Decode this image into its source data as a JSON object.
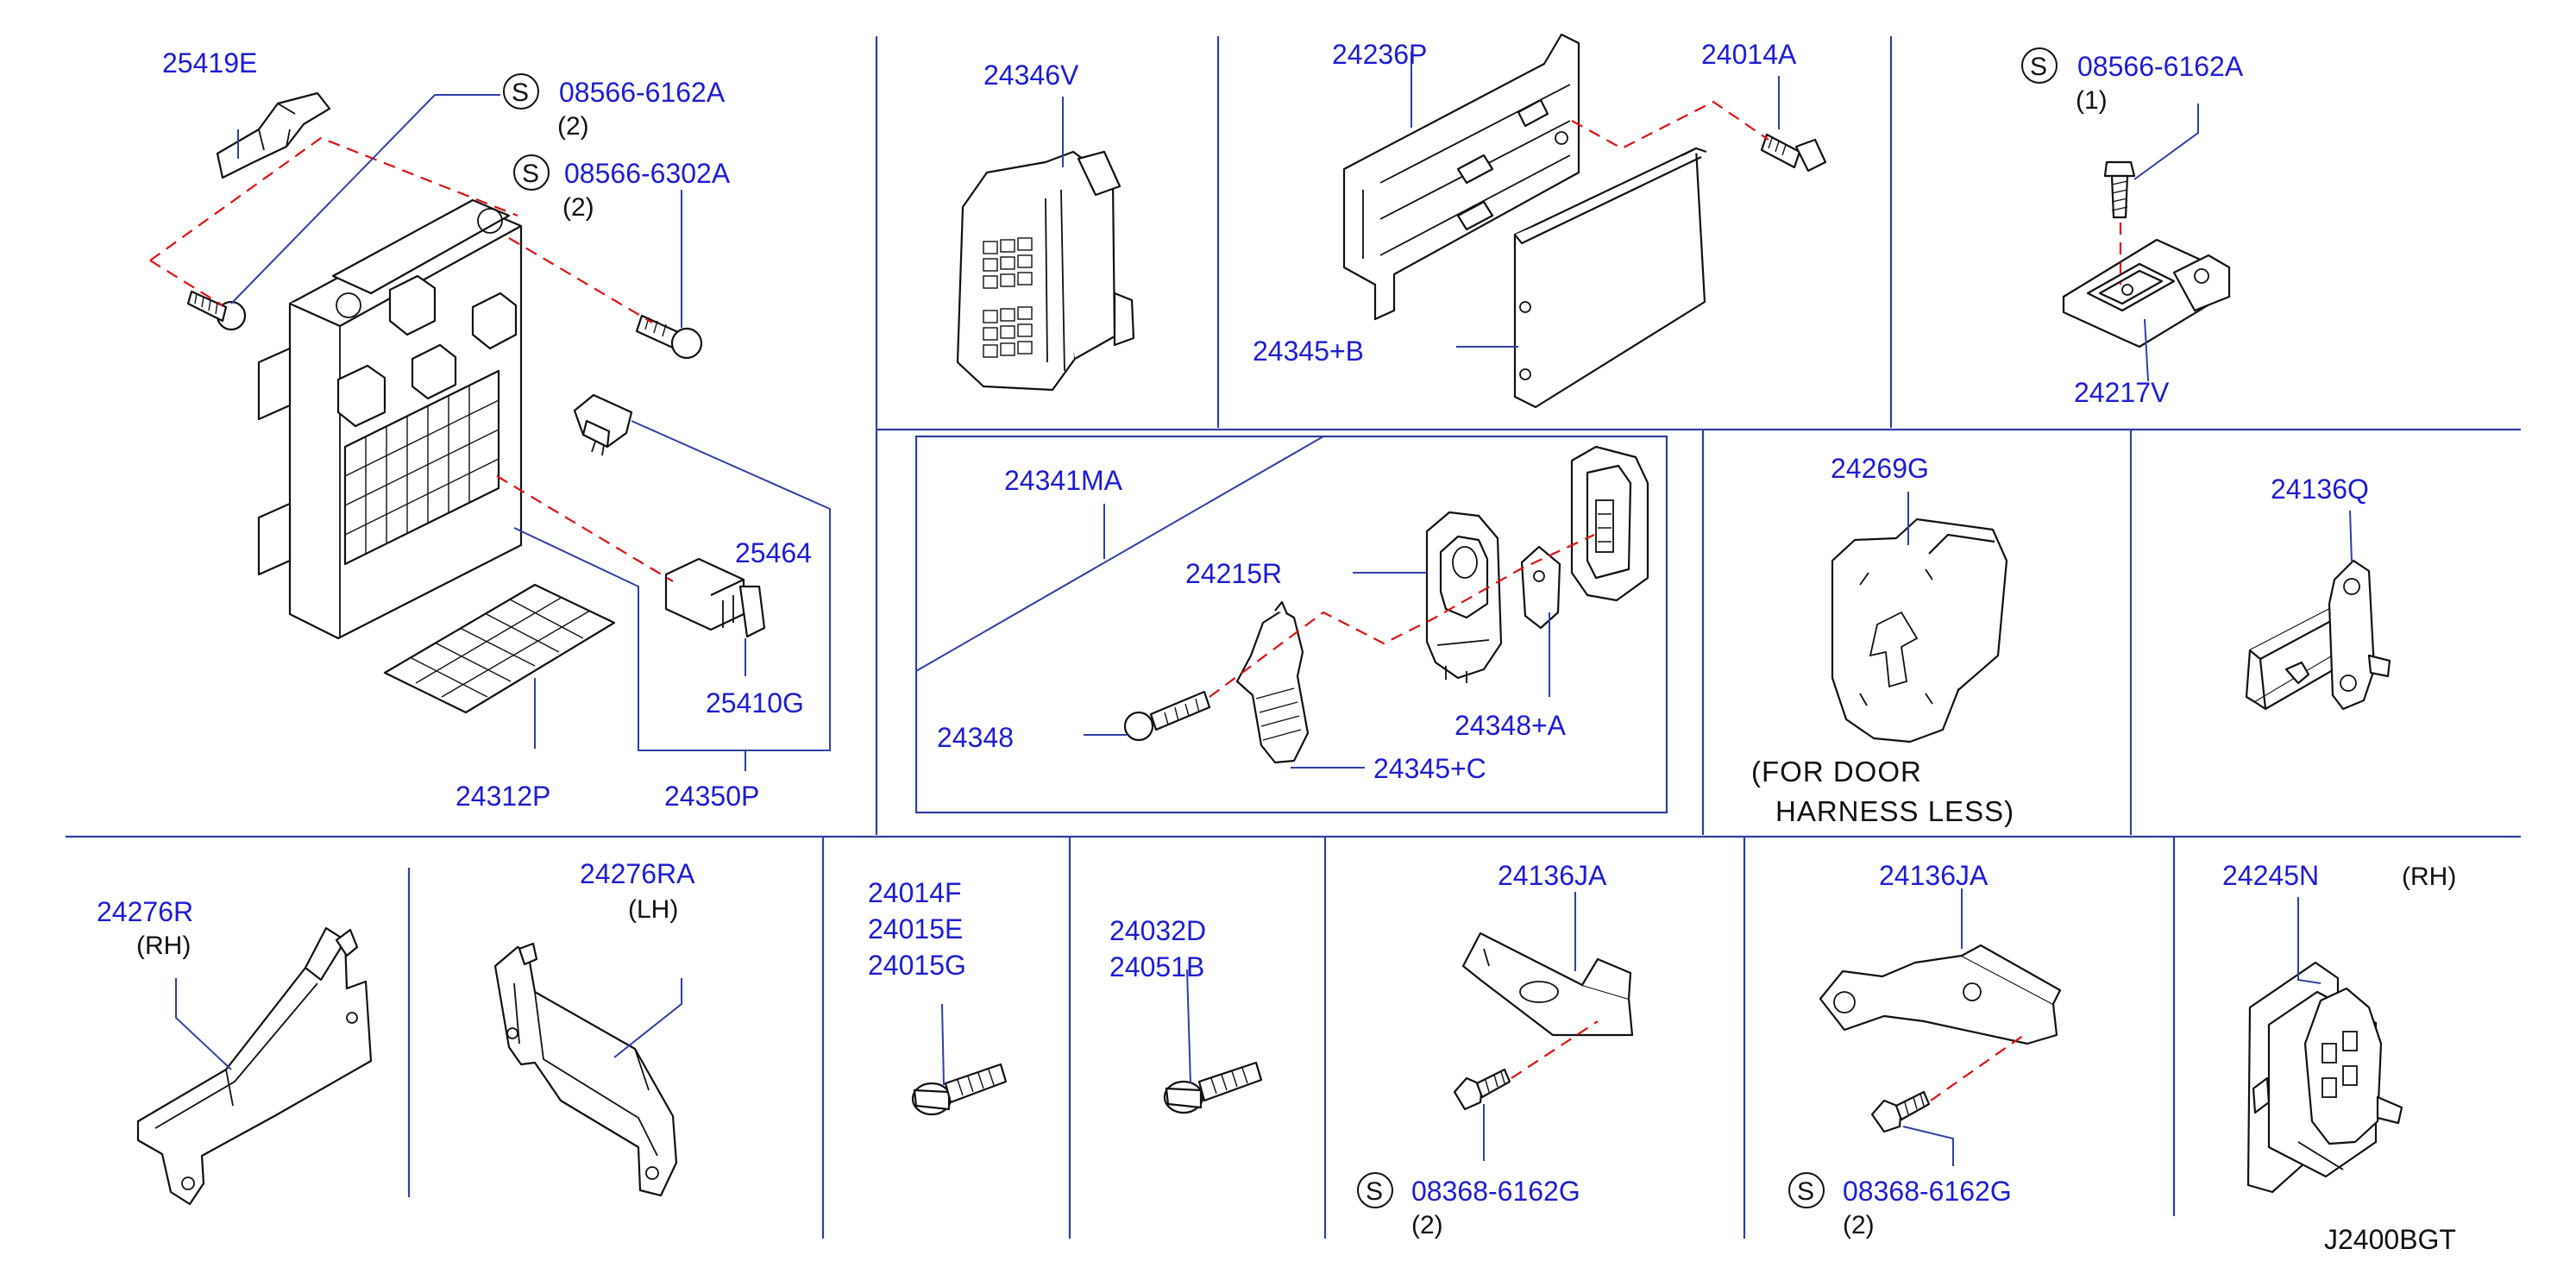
{
  "diagram_code": "J2400BGT",
  "s_symbol": "S",
  "panels": {
    "main_harness": {
      "labels": {
        "clip": "25419E",
        "bolt_a": "08566-6162A",
        "bolt_a_qty": "(2)",
        "bolt_b": "08566-6302A",
        "bolt_b_qty": "(2)",
        "fuse": "25464",
        "relay": "25410G",
        "cover": "24312P",
        "junction_box": "24350P"
      }
    },
    "connector_top": {
      "labels": {
        "connector": "24346V"
      }
    },
    "bracket_unit": {
      "labels": {
        "bracket": "24236P",
        "bolt": "24014A",
        "box": "24345+B"
      }
    },
    "stay_top": {
      "labels": {
        "bolt": "08566-6162A",
        "bolt_qty": "(1)",
        "stay": "24217V"
      }
    },
    "holder_assembly": {
      "labels": {
        "assembly": "24341MA",
        "holder": "24215R",
        "bolt": "24348",
        "plate": "24348+A",
        "protector": "24345+C"
      }
    },
    "grommet": {
      "labels": {
        "grommet": "24269G"
      },
      "note_line1": "(FOR   DOOR",
      "note_line2": "HARNESS   LESS)"
    },
    "clamp": {
      "labels": {
        "clamp": "24136Q"
      }
    },
    "bracket_rh_lh": {
      "labels": {
        "rh": "24276R",
        "rh_side": "(RH)",
        "lh": "24276RA",
        "lh_side": "(LH)"
      }
    },
    "bolt_set_1": {
      "labels": {
        "line1": "24014F",
        "line2": "24015E",
        "line3": "24015G"
      }
    },
    "bolt_set_2": {
      "labels": {
        "line1": "24032D",
        "line2": "24051B"
      }
    },
    "bracket_ja_1": {
      "labels": {
        "bracket": "24136JA",
        "bolt": "08368-6162G",
        "bolt_qty": "(2)"
      }
    },
    "bracket_ja_2": {
      "labels": {
        "bracket": "24136JA",
        "bolt": "08368-6162G",
        "bolt_qty": "(2)"
      }
    },
    "connector_rh": {
      "labels": {
        "connector": "24245N",
        "side": "(RH)"
      }
    }
  }
}
